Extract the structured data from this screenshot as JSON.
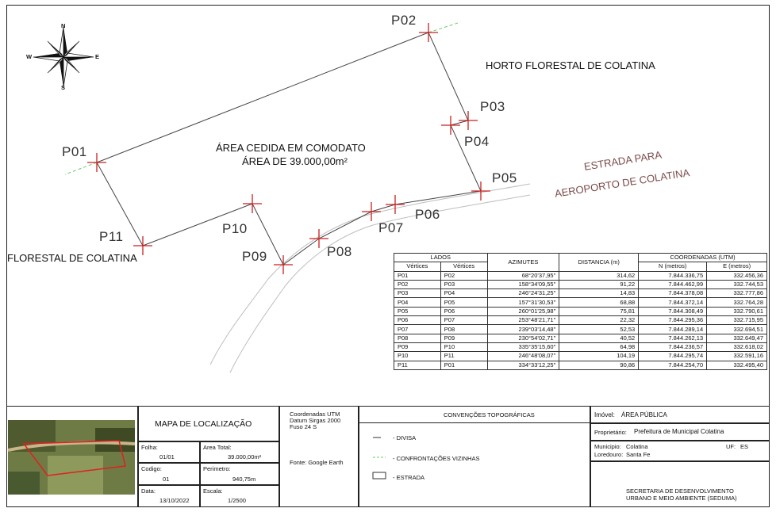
{
  "compass": {
    "n": "N",
    "s": "S",
    "e": "E",
    "w": "W"
  },
  "points": {
    "p01": "P01",
    "p02": "P02",
    "p03": "P03",
    "p04": "P04",
    "p05": "P05",
    "p06": "P06",
    "p07": "P07",
    "p08": "P08",
    "p09": "P09",
    "p10": "P10",
    "p11": "P11"
  },
  "labels": {
    "area_title": "ÁREA CEDIDA EM COMODATO",
    "area_value": "ÁREA DE 39.000,00m²",
    "horto_right": "HORTO FLORESTAL DE COLATINA",
    "horto_left": "FLORESTAL DE COLATINA",
    "road_line1": "ESTRADA PARA",
    "road_line2": "AEROPORTO DE COLATINA"
  },
  "table": {
    "h_lados": "LADOS",
    "h_vert1": "Vértices",
    "h_vert2": "Vértices",
    "h_azimutes": "AZIMUTES",
    "h_distancia": "DISTANCIA (m)",
    "h_coord": "COORDENADAS (UTM)",
    "h_n": "N (metros)",
    "h_e": "E (metros)",
    "rows": [
      {
        "a": "P01",
        "b": "P02",
        "az": "68°20'37,95\"",
        "d": "314,62",
        "n": "7.844.336,75",
        "e": "332.456,36"
      },
      {
        "a": "P02",
        "b": "P03",
        "az": "158°34'09,55\"",
        "d": "91,22",
        "n": "7.844.462,99",
        "e": "332.744,53"
      },
      {
        "a": "P03",
        "b": "P04",
        "az": "246°24'31,25\"",
        "d": "14,83",
        "n": "7.844.378,08",
        "e": "332.777,86"
      },
      {
        "a": "P04",
        "b": "P05",
        "az": "157°31'30,53\"",
        "d": "68,88",
        "n": "7.844.372,14",
        "e": "332.764,28"
      },
      {
        "a": "P05",
        "b": "P06",
        "az": "260°01'25,98\"",
        "d": "75,81",
        "n": "7.844.308,49",
        "e": "332.790,61"
      },
      {
        "a": "P06",
        "b": "P07",
        "az": "253°48'21,71\"",
        "d": "22,32",
        "n": "7.844.295,36",
        "e": "332.715,95"
      },
      {
        "a": "P07",
        "b": "P08",
        "az": "239°03'14,48\"",
        "d": "52,53",
        "n": "7.844.289,14",
        "e": "332.694,51"
      },
      {
        "a": "P08",
        "b": "P09",
        "az": "230°54'02,71\"",
        "d": "40,52",
        "n": "7.844.262,13",
        "e": "332.649,47"
      },
      {
        "a": "P09",
        "b": "P10",
        "az": "335°35'15,60\"",
        "d": "64,98",
        "n": "7.844.236,57",
        "e": "332.618,02"
      },
      {
        "a": "P10",
        "b": "P11",
        "az": "246°48'08,07\"",
        "d": "104,19",
        "n": "7.844.295,74",
        "e": "332.591,16"
      },
      {
        "a": "P11",
        "b": "P01",
        "az": "334°33'12,25\"",
        "d": "90,86",
        "n": "7.844.254,70",
        "e": "332.495,40"
      }
    ]
  },
  "footer": {
    "mapa_title": "MAPA DE LOCALIZAÇÃO",
    "folha_label": "Folha:",
    "folha_value": "01/01",
    "area_total_label": "Area Total:",
    "area_total_value": "39.000,00m²",
    "codigo_label": "Codigo:",
    "codigo_value": "01",
    "perimetro_label": "Perimetro:",
    "perimetro_value": "940,75m",
    "data_label": "Data:",
    "data_value": "13/10/2022",
    "escala_label": "Escala:",
    "escala_value": "1/2500",
    "coord_line1": "Coordenadas UTM",
    "coord_line2": "Datum Sirgas 2000",
    "coord_line3": "Fuso 24 S",
    "fonte": "Fonte: Google Earth",
    "conv_title": "CONVENÇÕES TOPOGRÁFICAS",
    "conv_divisa": "- DIVISA",
    "conv_confront": "- CONFRONTAÇÕES VIZINHAS",
    "conv_estrada": "- ESTRADA",
    "imovel_label": "Imóvel:",
    "imovel_value": "ÁREA PÚBLICA",
    "proprietario_label": "Proprietário:",
    "proprietario_value": "Prefeitura de Municipal Colatina",
    "municipio_label": "Municipio:",
    "municipio_value": "Colatina",
    "uf_label": "UF:",
    "uf_value": "ES",
    "loredouro_label": "Loredouro:",
    "loredouro_value": "Santa Fe",
    "secretaria_line1": "SECRETARIA DE DESENVOLVIMENTO",
    "secretaria_line2": "URBANO E MEIO AMBIENTE (SEDUMA)"
  },
  "colors": {
    "divisa": "#333333",
    "marker": "#cc1f1f",
    "confront": "#66cc66",
    "road": "#bbbbbb"
  }
}
